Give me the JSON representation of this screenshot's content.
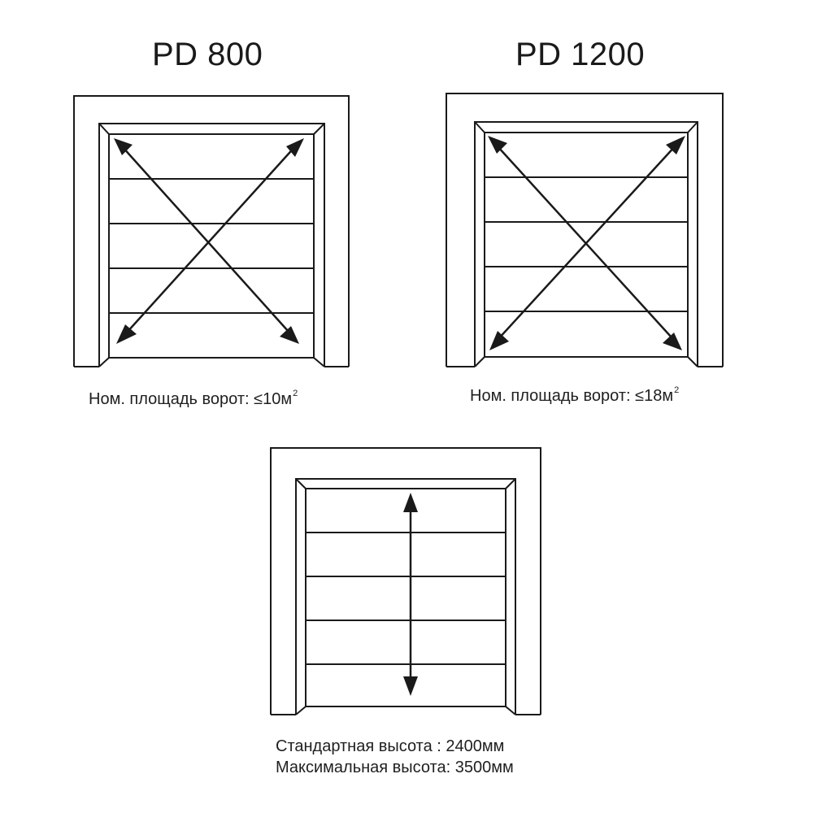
{
  "doors": [
    {
      "title": "PD 800",
      "caption_prefix": "Ном. площадь ворот: ",
      "caption_value": "≤10м",
      "caption_sup": "2"
    },
    {
      "title": "PD 1200",
      "caption_prefix": "Ном. площадь ворот: ",
      "caption_value": "≤18м",
      "caption_sup": "2"
    }
  ],
  "height_door": {
    "standard_height": "Стандартная высота : 2400мм",
    "max_height": "Максимальная высота: 3500мм"
  },
  "line_color": "#1a1a1a"
}
